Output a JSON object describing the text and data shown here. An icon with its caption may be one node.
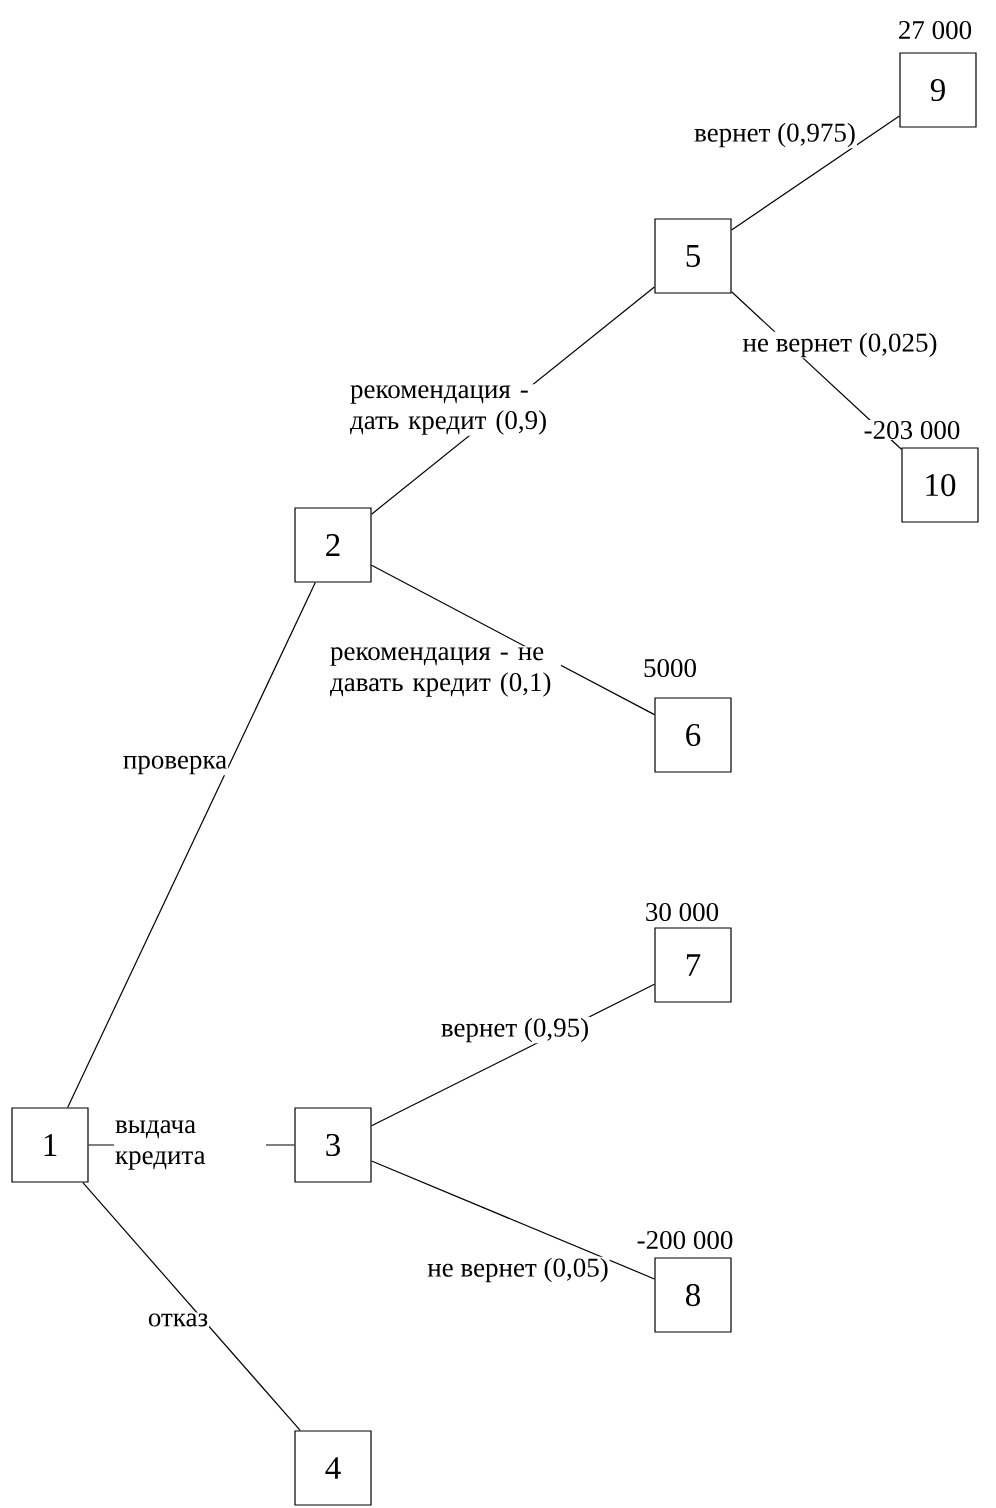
{
  "diagram": {
    "nodes": [
      {
        "text": [
          "1"
        ]
      },
      {
        "text": [
          "2"
        ]
      },
      {
        "text": [
          "3"
        ]
      },
      {
        "text": [
          "4"
        ]
      },
      {
        "text": [
          "5"
        ]
      },
      {
        "text": [
          "6"
        ],
        "beside": [
          "5000"
        ]
      },
      {
        "text": [
          "7"
        ],
        "beside": [
          "30 000"
        ]
      },
      {
        "text": [
          "8"
        ],
        "beside": [
          "-200 000"
        ]
      },
      {
        "text": [
          "9"
        ],
        "beside": [
          "27 000"
        ]
      },
      {
        "text": [
          "10"
        ],
        "beside": [
          "-203 000"
        ]
      }
    ],
    "edges": [
      {
        "from": 0,
        "to": 1,
        "arrow": "none",
        "label": "проверка"
      },
      {
        "from": 0,
        "to": 2,
        "arrow": "none",
        "label": "выдача кредита"
      },
      {
        "from": 0,
        "to": 3,
        "arrow": "none",
        "label": "отказ"
      },
      {
        "from": 1,
        "to": 4,
        "arrow": "none",
        "label": "рекомендация - дать кредит (0,9)"
      },
      {
        "from": 1,
        "to": 5,
        "arrow": "none",
        "label": "рекомендация - не давать кредит (0,1)"
      },
      {
        "from": 2,
        "to": 6,
        "arrow": "none",
        "label": "вернет (0,95)"
      },
      {
        "from": 2,
        "to": 7,
        "arrow": "none",
        "label": "не вернет (0,05)"
      },
      {
        "from": 4,
        "to": 8,
        "arrow": "none",
        "label": "вернет (0,975)"
      },
      {
        "from": 4,
        "to": 9,
        "arrow": "none",
        "label": "не вернет (0,025)"
      }
    ]
  }
}
